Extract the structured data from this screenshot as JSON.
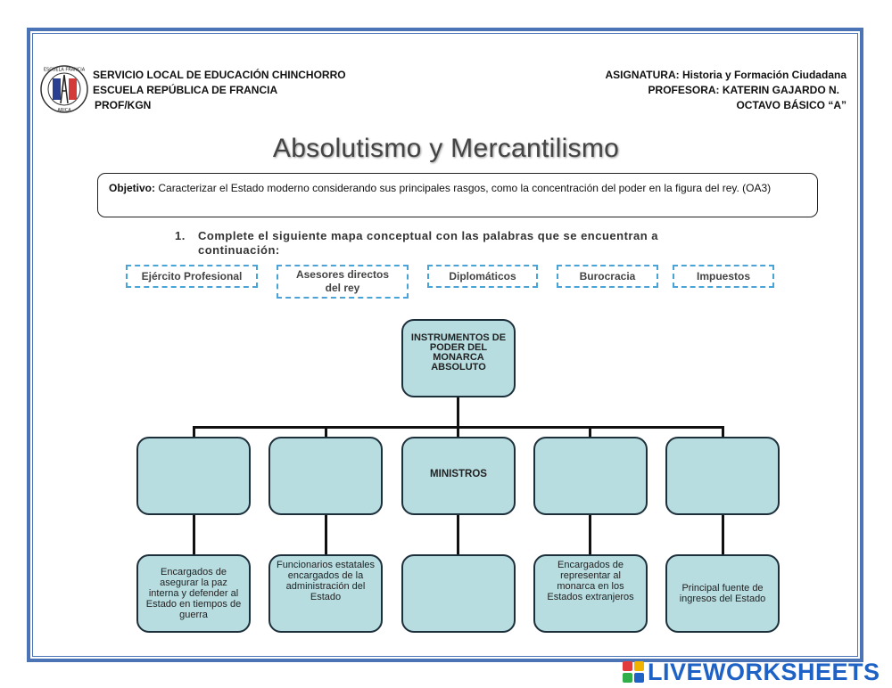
{
  "header": {
    "left": [
      "SERVICIO LOCAL DE EDUCACIÓN CHINCHORRO",
      "ESCUELA REPÚBLICA DE FRANCIA",
      "PROF/KGN"
    ],
    "right": [
      "ASIGNATURA: Historia y Formación Ciudadana",
      "PROFESORA: KATERIN GAJARDO N.",
      "OCTAVO  BÁSICO  “A”"
    ]
  },
  "logo": {
    "top_text": "ESCUELA FRANCIA",
    "bottom_text": "ARICA"
  },
  "title": "Absolutismo y Mercantilismo",
  "objective": {
    "label": "Objetivo:",
    "text": " Caracterizar el Estado moderno considerando sus principales rasgos, como la concentración del poder en la figura del rey. (OA3)"
  },
  "instruction": {
    "number": "1.",
    "line1": "Complete el siguiente mapa conceptual con las palabras que se encuentran a",
    "line2": "continuación:"
  },
  "word_bank": [
    "Ejército Profesional",
    "Asesores directos del rey",
    "Diplomáticos",
    "Burocracia",
    "Impuestos"
  ],
  "concept_map": {
    "root": "INSTRUMENTOS DE PODER DEL MONARCA ABSOLUTO",
    "level1": [
      "",
      "",
      "MINISTROS",
      "",
      ""
    ],
    "level2": [
      "Encargados de asegurar la paz interna y defender al Estado en tiempos de guerra",
      "Funcionarios estatales encargados de la administración del Estado",
      "",
      "Encargados de representar al monarca en los Estados extranjeros",
      "Principal fuente de ingresos del Estado"
    ]
  },
  "brand": {
    "text": "LIVEWORKSHEETS",
    "colors": [
      "#1f62c6",
      "#f0b400",
      "#2fae4a",
      "#e23b3b"
    ]
  }
}
